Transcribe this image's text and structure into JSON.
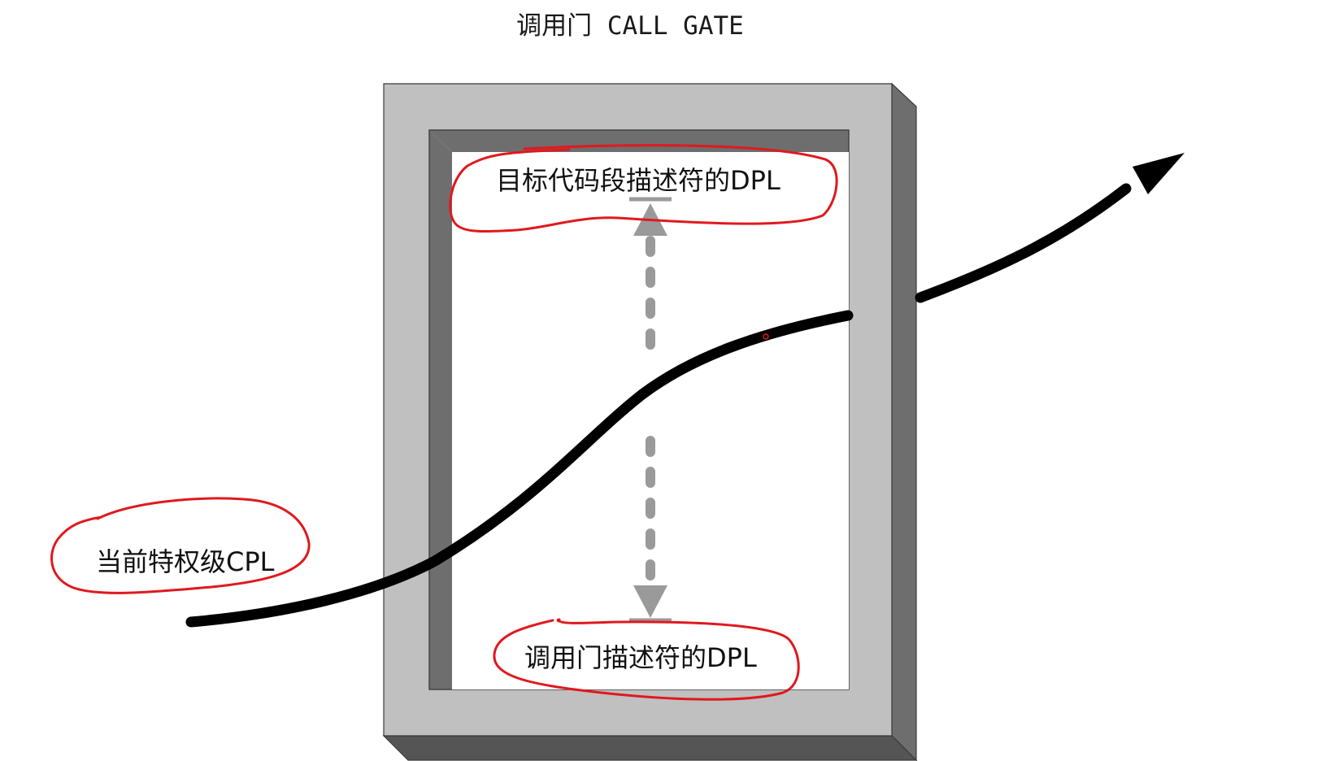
{
  "title": "调用门 CALL GATE",
  "labels": {
    "top": "目标代码段描述符的DPL",
    "bottom": "调用门描述符的DPL",
    "left": "当前特权级CPL"
  },
  "colors": {
    "frame_face": "#c0c0c0",
    "frame_dark": "#6e6e6e",
    "frame_darker": "#555555",
    "frame_outline": "#3a3a3a",
    "dashed_arrow": "#9a9a9a",
    "path": "#000000",
    "annotation": "#e0191e"
  }
}
